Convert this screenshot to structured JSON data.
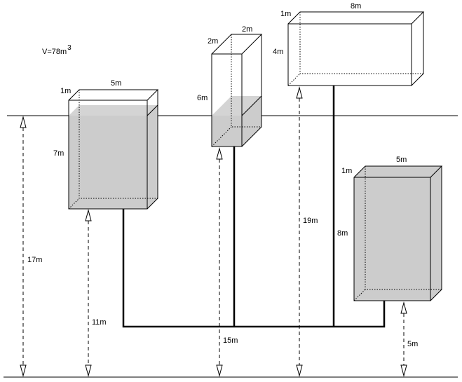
{
  "volume": {
    "text": "V=78m",
    "exponent": "3"
  },
  "tanks": {
    "a": {
      "depth": "1m",
      "width": "5m",
      "height": "7m"
    },
    "b": {
      "depth": "2m",
      "width": "2m",
      "height": "6m"
    },
    "c": {
      "depth": "1m",
      "width": "8m",
      "height": "4m"
    },
    "d": {
      "depth": "1m",
      "width": "5m",
      "height": "8m"
    }
  },
  "heights": {
    "h17": "17m",
    "h11": "11m",
    "h15": "15m",
    "h19": "19m",
    "h5": "5m"
  }
}
